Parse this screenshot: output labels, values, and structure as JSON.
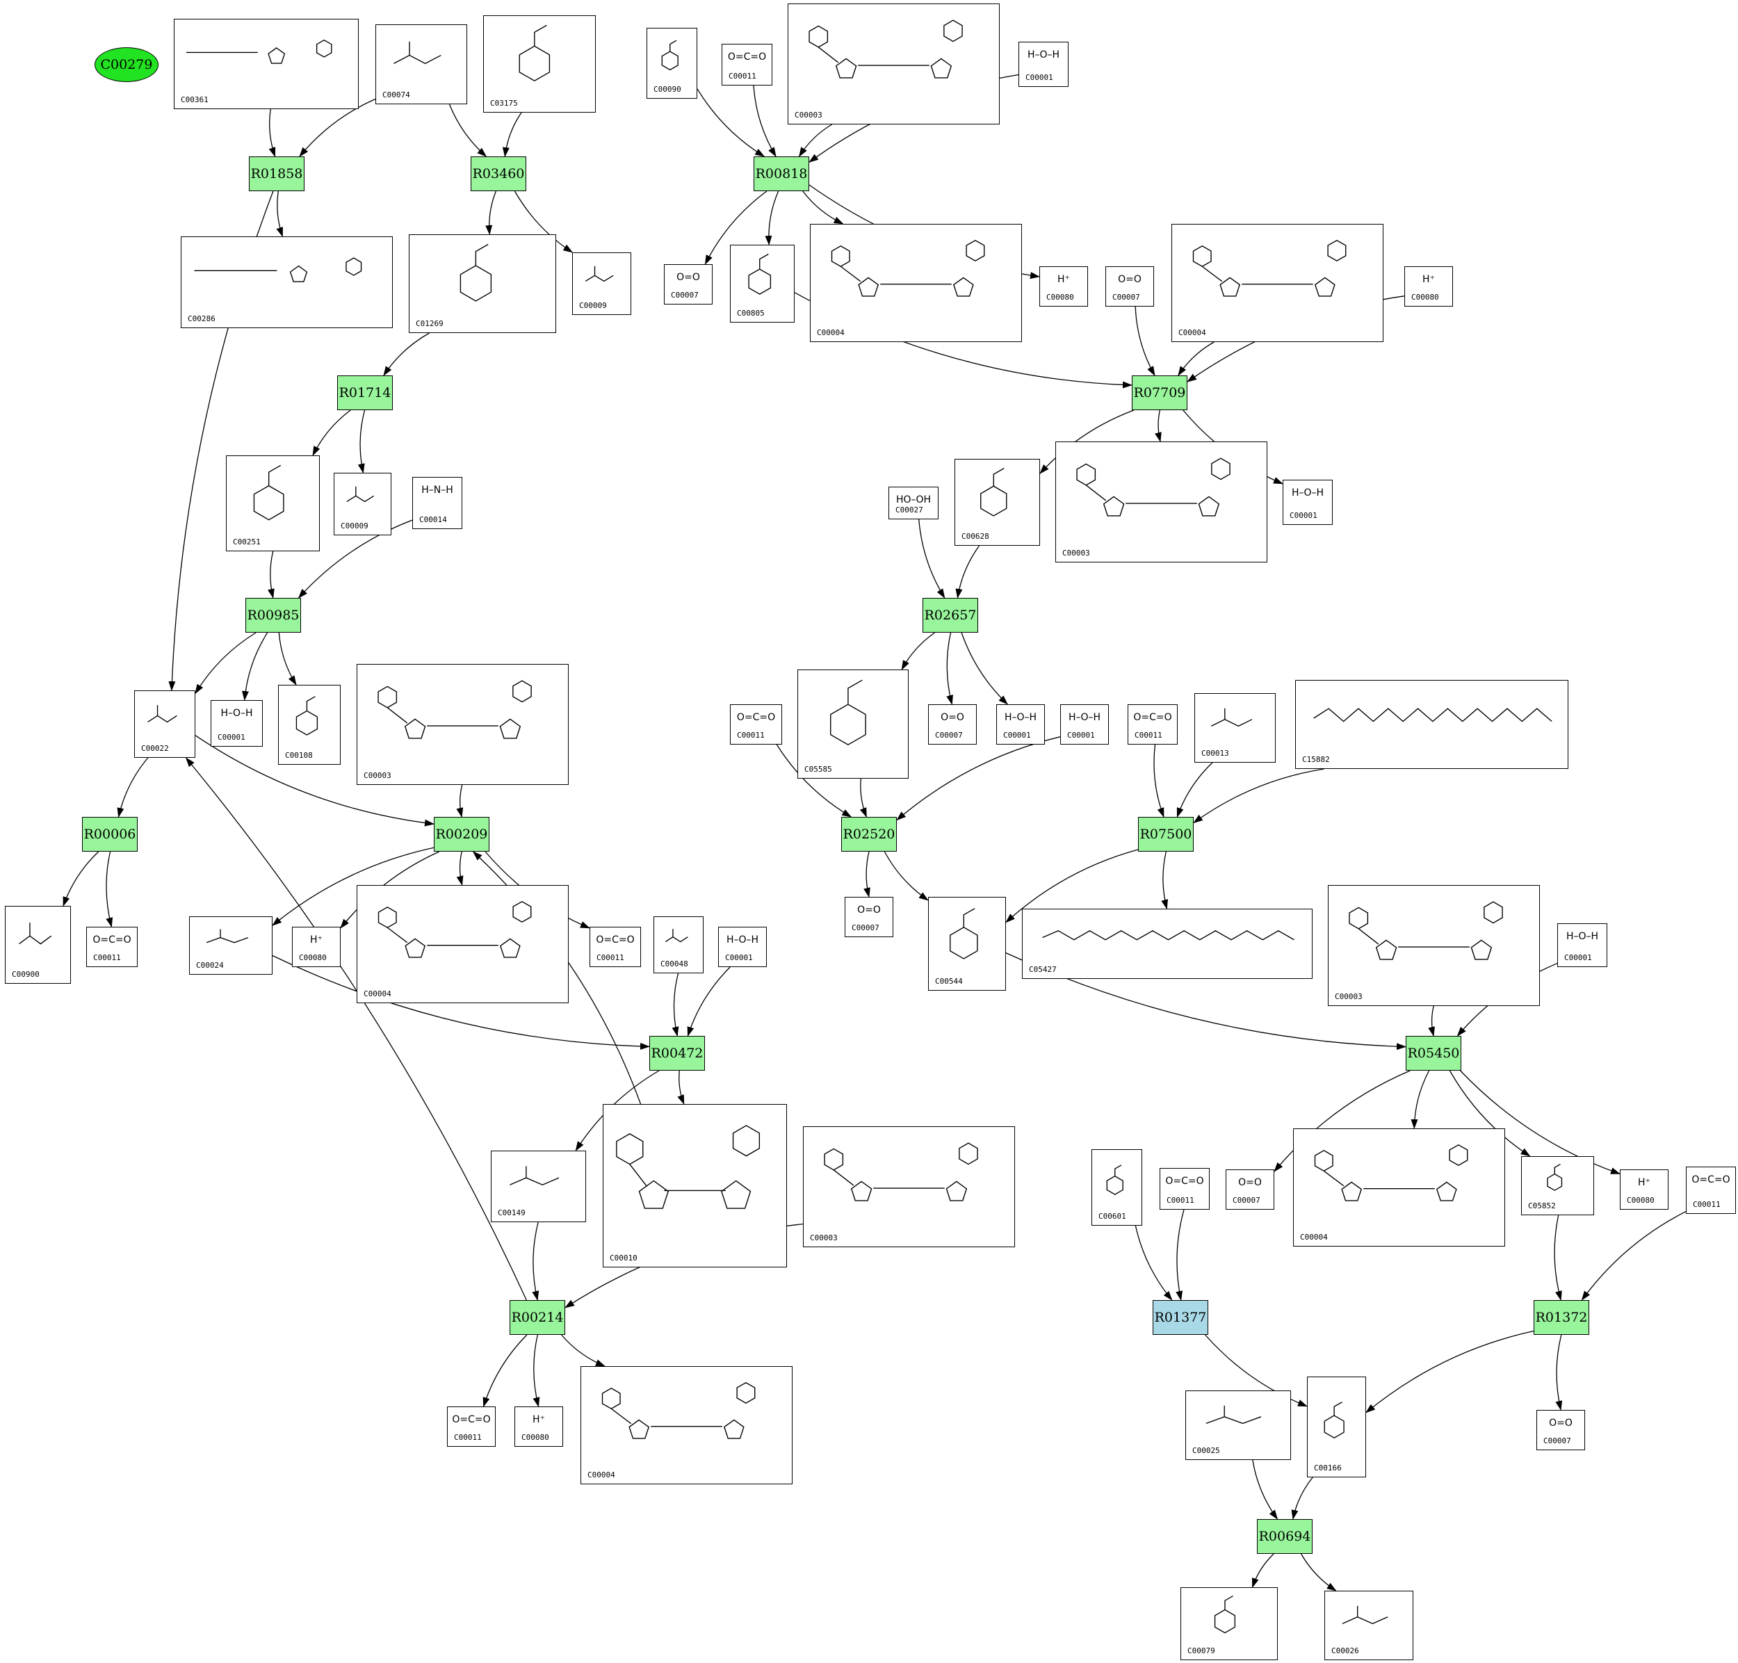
{
  "colors": {
    "reaction": "#98f59b",
    "reaction_alt": "#a9d9e6",
    "start_compound": "#22e322"
  },
  "start_compound": "C00279",
  "reactions": [
    {
      "id": "R01858"
    },
    {
      "id": "R03460"
    },
    {
      "id": "R01714"
    },
    {
      "id": "R00985"
    },
    {
      "id": "R00006"
    },
    {
      "id": "R00209"
    },
    {
      "id": "R00472"
    },
    {
      "id": "R00214"
    },
    {
      "id": "R00818"
    },
    {
      "id": "R07709"
    },
    {
      "id": "R02657"
    },
    {
      "id": "R02520"
    },
    {
      "id": "R07500"
    },
    {
      "id": "R05450"
    },
    {
      "id": "R01377",
      "alt": true
    },
    {
      "id": "R01372"
    },
    {
      "id": "R00694"
    }
  ],
  "compounds": [
    {
      "id": "C00361"
    },
    {
      "id": "C00074"
    },
    {
      "id": "C03175"
    },
    {
      "id": "C00286"
    },
    {
      "id": "C01269"
    },
    {
      "id": "C00009"
    },
    {
      "id": "C00251"
    },
    {
      "id": "C00014",
      "formula": "H–N–H"
    },
    {
      "id": "C00022"
    },
    {
      "id": "C00001",
      "formula": "H–O–H"
    },
    {
      "id": "C00108"
    },
    {
      "id": "C00003"
    },
    {
      "id": "C00900"
    },
    {
      "id": "C00011",
      "formula": "O=C=O"
    },
    {
      "id": "C00024"
    },
    {
      "id": "C00080",
      "formula": "H⁺"
    },
    {
      "id": "C00004"
    },
    {
      "id": "C00048"
    },
    {
      "id": "C00149"
    },
    {
      "id": "C00010"
    },
    {
      "id": "C00090"
    },
    {
      "id": "C00007",
      "formula": "O=O"
    },
    {
      "id": "C00805"
    },
    {
      "id": "C00027",
      "formula": "HO–OH"
    },
    {
      "id": "C00628"
    },
    {
      "id": "C05585"
    },
    {
      "id": "C00013"
    },
    {
      "id": "C15882"
    },
    {
      "id": "C00544"
    },
    {
      "id": "C05427"
    },
    {
      "id": "C05852"
    },
    {
      "id": "C00601"
    },
    {
      "id": "C00166"
    },
    {
      "id": "C00025"
    },
    {
      "id": "C00079"
    },
    {
      "id": "C00026"
    }
  ]
}
